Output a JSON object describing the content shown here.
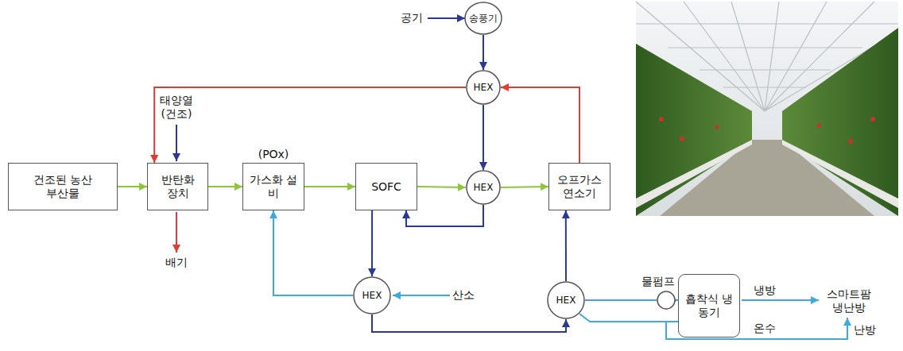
{
  "diagram": {
    "nodes": [
      {
        "text": [
          "건조된 농산부산물"
        ]
      },
      {
        "text": [
          "반탄화 장치"
        ]
      },
      {
        "text": [
          "(POx)",
          "가스화 설비"
        ]
      },
      {
        "text": [
          "SOFC"
        ]
      },
      {
        "text": [
          "오프가스 연소기"
        ]
      },
      {
        "text": [
          "송풍기"
        ]
      },
      {
        "text": [
          "HEX"
        ]
      },
      {
        "text": [
          "HEX"
        ]
      },
      {
        "text": [
          "HEX"
        ]
      },
      {
        "text": [
          "HEX"
        ]
      },
      {
        "text": [
          "물펌프"
        ]
      },
      {
        "text": [
          "흡착식 냉동기"
        ]
      }
    ],
    "edges": [
      {
        "from": 0,
        "to": 1,
        "arrow": "to"
      },
      {
        "from": 1,
        "to": 2,
        "arrow": "to"
      },
      {
        "from": 2,
        "to": 3,
        "arrow": "to"
      },
      {
        "from": 3,
        "to": 7,
        "arrow": "to"
      },
      {
        "from": 7,
        "to": 4,
        "arrow": "to"
      },
      {
        "from": 4,
        "to": 6,
        "arrow": "to"
      },
      {
        "from": 6,
        "to": 1,
        "arrow": "to"
      },
      {
        "from": 5,
        "to": 6,
        "arrow": "to"
      },
      {
        "from": 6,
        "to": 7,
        "arrow": "to"
      },
      {
        "from": 7,
        "to": 3,
        "arrow": "to"
      },
      {
        "from": 3,
        "to": 8,
        "arrow": "to"
      },
      {
        "from": 8,
        "to": 9,
        "arrow": "to"
      },
      {
        "from": 9,
        "to": 4,
        "arrow": "to"
      },
      {
        "from": 8,
        "to": 2,
        "arrow": "to"
      },
      {
        "from": 9,
        "to": 10,
        "arrow": "none"
      },
      {
        "from": 10,
        "to": 11,
        "arrow": "to"
      },
      {
        "from": 11,
        "to": 9,
        "arrow": "none"
      }
    ],
    "labels": [
      "태양열 (건조)",
      "배기",
      "공기",
      "산소",
      "냉방",
      "스마트팜 냉난방",
      "난방",
      "온수"
    ]
  }
}
